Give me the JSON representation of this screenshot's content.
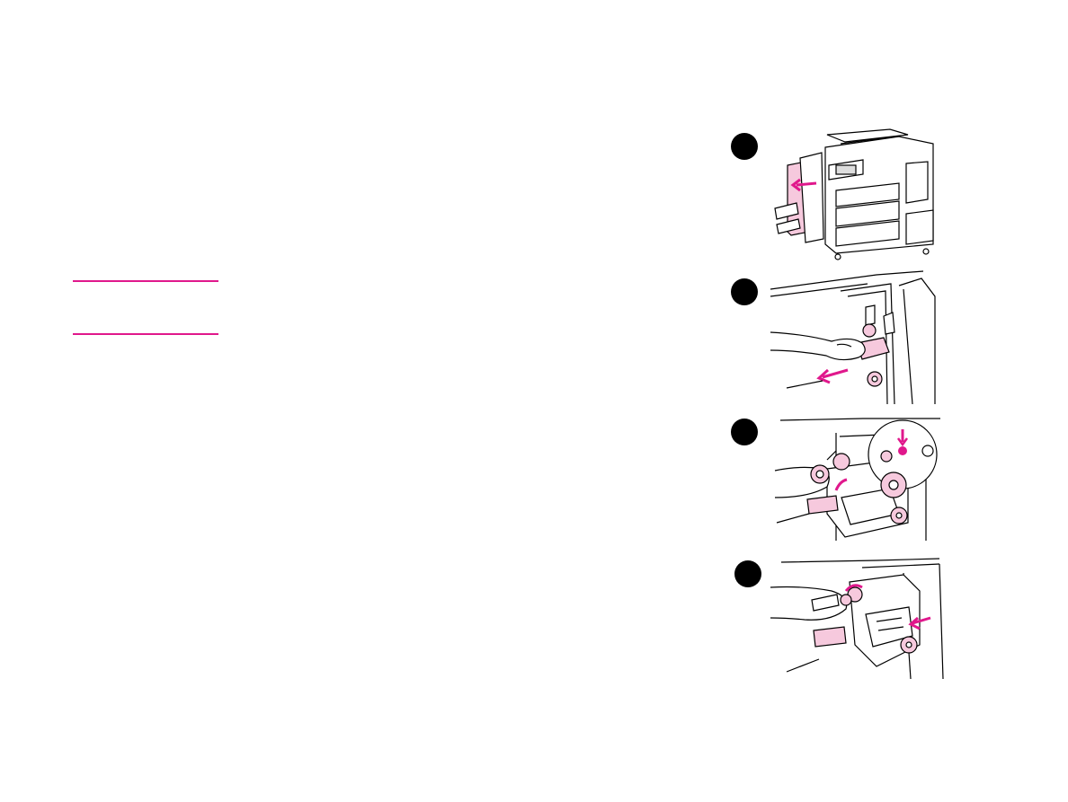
{
  "colors": {
    "accent": "#e0188c",
    "accent_light": "#f6c9dd",
    "ink": "#000000",
    "paper": "#ffffff"
  },
  "note": {
    "label": "",
    "text": ""
  },
  "steps": [
    {
      "number": "",
      "illustration": "open-stapler-unit-door"
    },
    {
      "number": "",
      "illustration": "pull-stapler-unit-out"
    },
    {
      "number": "",
      "illustration": "turn-knob-until-marker-aligns"
    },
    {
      "number": "",
      "illustration": "push-stapler-unit-back-in"
    }
  ]
}
